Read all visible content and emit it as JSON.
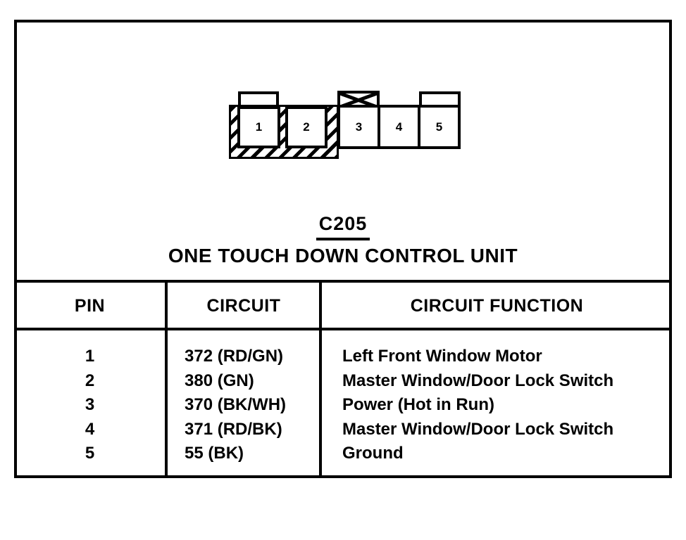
{
  "page": {
    "connector_label": "C205",
    "title": "ONE TOUCH DOWN CONTROL UNIT"
  },
  "connector": {
    "pins": [
      "1",
      "2",
      "3",
      "4",
      "5"
    ]
  },
  "table": {
    "headers": [
      "PIN",
      "CIRCUIT",
      "CIRCUIT FUNCTION"
    ],
    "rows": [
      {
        "pin": "1",
        "circuit": "372 (RD/GN)",
        "function": "Left Front Window Motor"
      },
      {
        "pin": "2",
        "circuit": "380 (GN)",
        "function": "Master Window/Door Lock Switch"
      },
      {
        "pin": "3",
        "circuit": "370 (BK/WH)",
        "function": "Power (Hot in Run)"
      },
      {
        "pin": "4",
        "circuit": "371 (RD/BK)",
        "function": "Master Window/Door Lock Switch"
      },
      {
        "pin": "5",
        "circuit": "55 (BK)",
        "function": "Ground"
      }
    ]
  },
  "colors": {
    "ink": "#000000",
    "paper": "#ffffff"
  }
}
